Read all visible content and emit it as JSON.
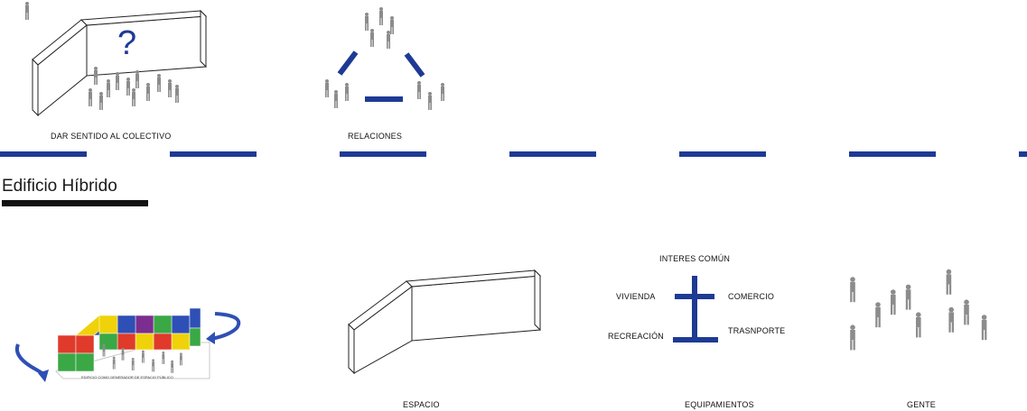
{
  "top_row": {
    "item1_label": "DAR SENTIDO AL COLECTIVO",
    "item1_symbol": "?",
    "item2_label": "RELACIONES"
  },
  "section": {
    "title": "Edificio Híbrido"
  },
  "bottom_row": {
    "hybrid_caption": "EDIFICIO COMO GENERADOR DE ESPACIO PÚBLICO",
    "space_label": "ESPACIO",
    "equipment": {
      "label": "EQUIPAMIENTOS",
      "top": "INTERES COMÚN",
      "left_upper": "VIVIENDA",
      "right_upper": "COMERCIO",
      "left_lower": "RECREACIÓN",
      "right_lower": "TRASNPORTE"
    },
    "people_label": "GENTE"
  },
  "colors": {
    "accent_blue": "#1e3a94",
    "person_gray": "#8c8c8c"
  }
}
